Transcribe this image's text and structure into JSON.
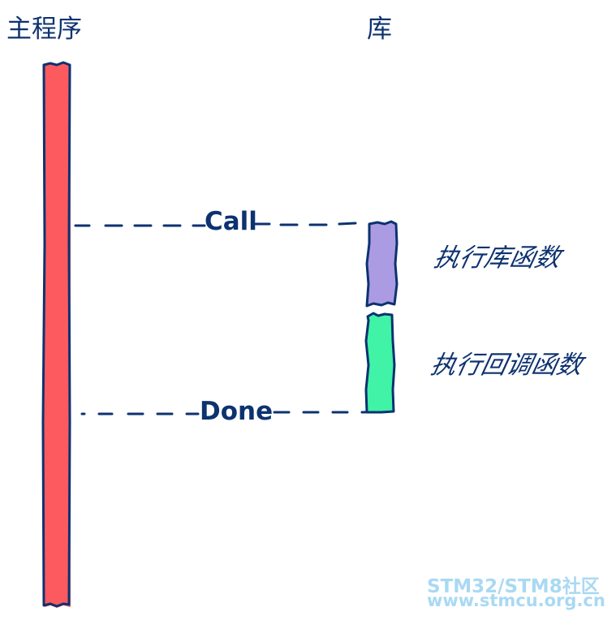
{
  "diagram": {
    "lanes": {
      "main_program": "主程序",
      "library": "库"
    },
    "messages": {
      "call": "Call",
      "done": "Done"
    },
    "notes": {
      "run_library_function": "执行库函数",
      "run_callback_function": "执行回调函数"
    },
    "colors": {
      "main_bar": "#fd5a5f",
      "library_function_block": "#ab9be2",
      "callback_block": "#40f3a6",
      "outline": "#0d3270",
      "text": "#0d3270"
    }
  },
  "watermark": {
    "line1": "STM32/STM8社区",
    "line2": "www.stmcu.org.cn"
  }
}
